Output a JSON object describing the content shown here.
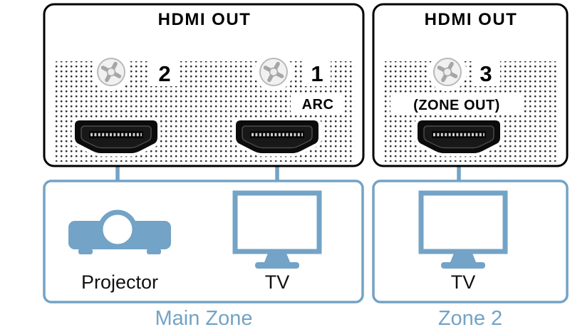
{
  "colors": {
    "accent": "#73a3c6",
    "panel_border": "#000000",
    "dot": "#2b2b2b"
  },
  "panels": {
    "main": {
      "title": "HDMI OUT",
      "port2_label": "2",
      "port1_label": "1",
      "arc_label": "ARC"
    },
    "zone": {
      "title": "HDMI OUT",
      "port3_label": "3",
      "zone_out_label": "(ZONE OUT)"
    }
  },
  "devices": {
    "projector": "Projector",
    "tv_main": "TV",
    "tv_zone": "TV"
  },
  "zones": {
    "main": "Main Zone",
    "zone2": "Zone 2"
  }
}
